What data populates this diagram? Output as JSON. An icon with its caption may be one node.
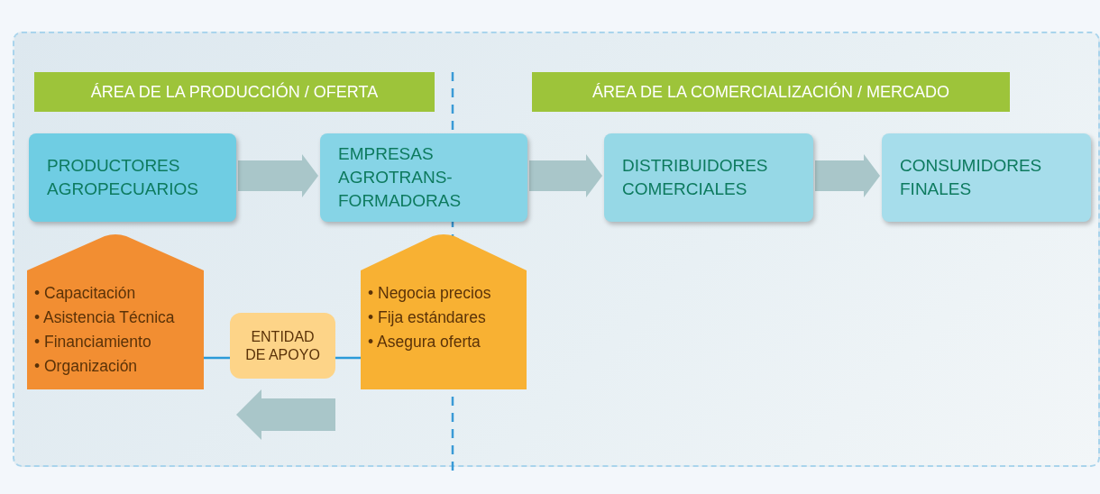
{
  "diagram": {
    "nodes": [
      {
        "text": [
          "ÁREA DE LA PRODUCCIÓN / OFERTA"
        ]
      },
      {
        "text": [
          "ÁREA DE LA COMERCIALIZACIÓN / MERCADO"
        ]
      },
      {
        "text": [
          "PRODUCTORES AGROPECUARIOS"
        ]
      },
      {
        "text": [
          "EMPRESAS AGROTRANS- FORMADORAS"
        ]
      },
      {
        "text": [
          "DISTRIBUIDORES COMERCIALES"
        ]
      },
      {
        "text": [
          "CONSUMIDORES FINALES"
        ]
      },
      {
        "text": [
          "• Capacitación",
          "• Asistencia Técnica",
          "• Financiamiento",
          "• Organización"
        ]
      },
      {
        "text": [
          "ENTIDAD DE APOYO"
        ]
      },
      {
        "text": [
          "• Negocia precios",
          "• Fija estándares",
          "• Asegura oferta"
        ]
      }
    ],
    "edges": [
      {
        "from": 2,
        "to": 3,
        "arrow": "to",
        "style": "thick"
      },
      {
        "from": 3,
        "to": 4,
        "arrow": "to",
        "style": "thick"
      },
      {
        "from": 4,
        "to": 5,
        "arrow": "to",
        "style": "thick"
      },
      {
        "from": 6,
        "to": 7,
        "arrow": "none",
        "color": "#2b9ad8"
      },
      {
        "from": 7,
        "to": 8,
        "arrow": "none",
        "color": "#2b9ad8"
      }
    ]
  }
}
